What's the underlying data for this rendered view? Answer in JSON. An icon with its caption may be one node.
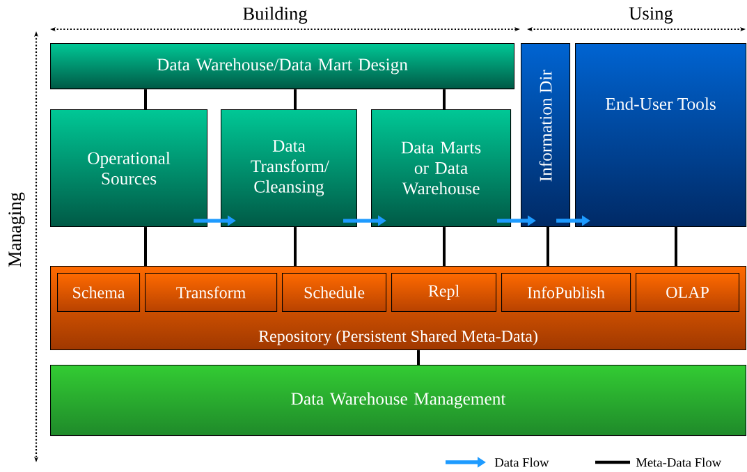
{
  "diagram": {
    "nodes": [
      {
        "text": [
          "Data Warehouse/Data Mart Design"
        ]
      },
      {
        "text": [
          "Operational Sources"
        ]
      },
      {
        "text": [
          "Data Transform/ Cleansing"
        ]
      },
      {
        "text": [
          "Data Marts or Data Warehouse"
        ]
      },
      {
        "text": [
          "Information Dir"
        ]
      },
      {
        "text": [
          "End-User Tools"
        ]
      },
      {
        "text": [
          "Repository (Persistent Shared Meta-Data)"
        ]
      },
      {
        "text": [
          "Schema"
        ],
        "in": 6
      },
      {
        "text": [
          "Transform"
        ],
        "in": 6
      },
      {
        "text": [
          "Schedule"
        ],
        "in": 6
      },
      {
        "text": [
          "Repl"
        ],
        "in": 6
      },
      {
        "text": [
          "InfoPublish"
        ],
        "in": 6
      },
      {
        "text": [
          "OLAP"
        ],
        "in": 6
      },
      {
        "text": [
          "Data Warehouse Management"
        ]
      }
    ],
    "edges": [
      {
        "from": 0,
        "to": 1,
        "arrow": "none"
      },
      {
        "from": 0,
        "to": 2,
        "arrow": "none"
      },
      {
        "from": 0,
        "to": 3,
        "arrow": "none"
      },
      {
        "from": 1,
        "to": 6,
        "arrow": "none"
      },
      {
        "from": 2,
        "to": 6,
        "arrow": "none"
      },
      {
        "from": 3,
        "to": 6,
        "arrow": "none"
      },
      {
        "from": 4,
        "to": 6,
        "arrow": "none"
      },
      {
        "from": 5,
        "to": 6,
        "arrow": "none"
      },
      {
        "from": 6,
        "to": 13,
        "arrow": "none"
      },
      {
        "from": 1,
        "to": 2,
        "arrow": "to",
        "color": "#1e9bff"
      },
      {
        "from": 2,
        "to": 3,
        "arrow": "to",
        "color": "#1e9bff"
      },
      {
        "from": 3,
        "to": 4,
        "arrow": "to",
        "color": "#1e9bff"
      },
      {
        "from": 4,
        "to": 5,
        "arrow": "to",
        "color": "#1e9bff"
      }
    ],
    "labels": [
      "Building",
      "Using",
      "Managing"
    ],
    "legend": [
      {
        "text": "Data Flow"
      },
      {
        "text": "Meta-Data Flow"
      }
    ]
  }
}
